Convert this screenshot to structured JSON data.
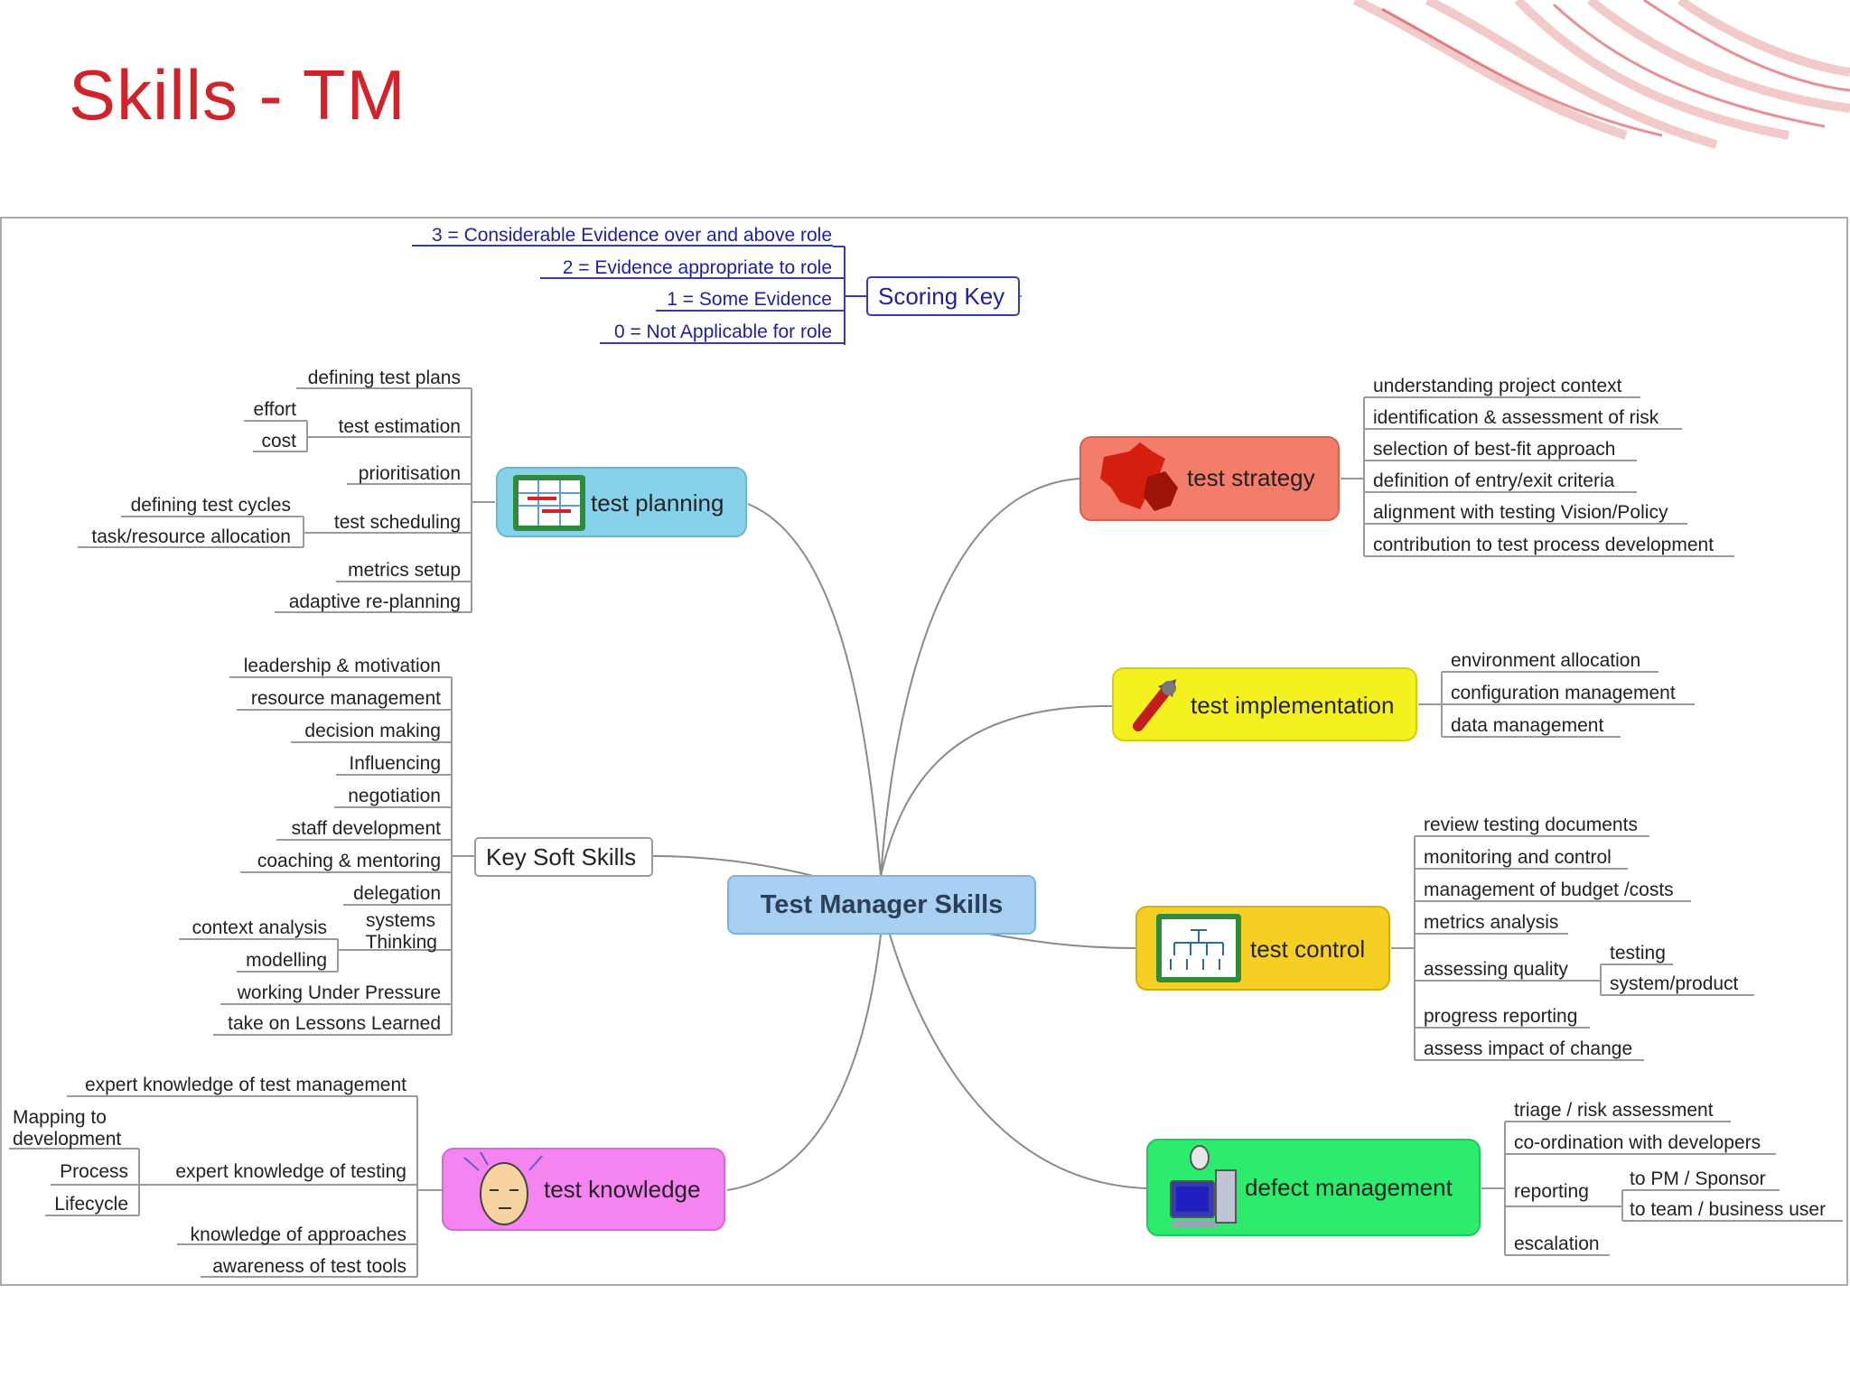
{
  "slide": {
    "title": "Skills - TM"
  },
  "central": "Test Manager Skills",
  "scoring_key": {
    "label": "Scoring Key",
    "items": [
      "3 = Considerable Evidence over and above role",
      "2 = Evidence appropriate to role",
      "1 = Some Evidence",
      "0 = Not Applicable for role"
    ]
  },
  "test_planning": {
    "label": "test planning",
    "defining_test_plans": "defining test plans",
    "test_estimation": "test estimation",
    "effort": "effort",
    "cost": "cost",
    "prioritisation": "prioritisation",
    "test_scheduling": "test scheduling",
    "defining_test_cycles": "defining test cycles",
    "task_allocation": "task/resource allocation",
    "metrics_setup": "metrics setup",
    "adaptive_replanning": "adaptive re-planning"
  },
  "soft_skills": {
    "label": "Key Soft Skills",
    "items": [
      "leadership & motivation",
      "resource management",
      "decision making",
      "Influencing",
      "negotiation",
      "staff development",
      "coaching & mentoring",
      "delegation"
    ],
    "systems_thinking": [
      "systems",
      "Thinking"
    ],
    "context_analysis": "context analysis",
    "modelling": "modelling",
    "working_under_pressure": "working Under Pressure",
    "lessons_learned": "take on Lessons Learned"
  },
  "test_knowledge": {
    "label": "test knowledge",
    "expert_test_management": "expert knowledge of test management",
    "expert_testing": "expert knowledge of testing",
    "mapping": [
      "Mapping to",
      "development"
    ],
    "process": "Process",
    "lifecycle": "Lifecycle",
    "approaches": "knowledge of approaches",
    "tools": "awareness of test tools"
  },
  "test_strategy": {
    "label": "test strategy",
    "items": [
      "understanding project context",
      "identification & assessment of risk",
      "selection of best-fit approach",
      "definition of entry/exit criteria",
      "alignment with testing Vision/Policy",
      "contribution to test process development"
    ]
  },
  "test_implementation": {
    "label": "test implementation",
    "items": [
      "environment allocation",
      "configuration management",
      "data management"
    ]
  },
  "test_control": {
    "label": "test control",
    "items": [
      "review testing documents",
      "monitoring and control",
      "management of budget /costs",
      "metrics analysis"
    ],
    "assessing_quality": "assessing quality",
    "testing": "testing",
    "system_product": "system/product",
    "progress_reporting": "progress reporting",
    "assess_impact": "assess impact of change"
  },
  "defect_management": {
    "label": "defect management",
    "triage": "triage / risk assessment",
    "coordination": "co-ordination with developers",
    "reporting": "reporting",
    "to_pm": "to PM / Sponsor",
    "to_team": "to team / business user",
    "escalation": "escalation"
  },
  "colors": {
    "title": "#d2232a",
    "central": "#a7d0f2",
    "planning": "#86d2ea",
    "strategy": "#f47c6a",
    "implementation": "#f5f01f",
    "control": "#f6cf24",
    "defect": "#2cec6e",
    "knowledge": "#f584f0",
    "key_text": "#1f1fa0"
  }
}
